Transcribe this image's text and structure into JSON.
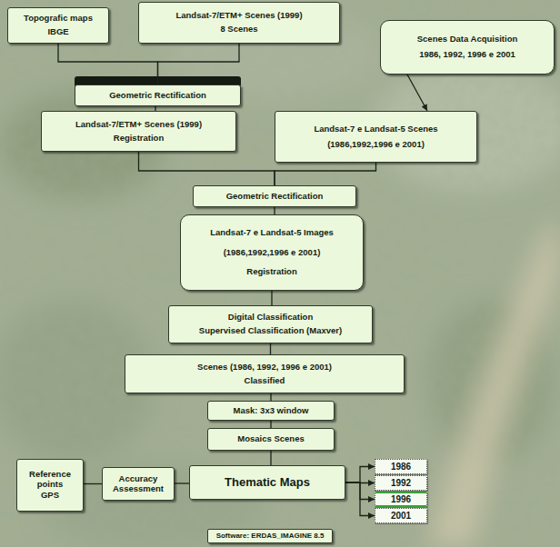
{
  "diagram": {
    "nodes": [
      {
        "text": [
          "Topografic maps",
          "IBGE"
        ]
      },
      {
        "text": [
          "Landsat-7/ETM+ Scenes (1999)",
          "8 Scenes"
        ]
      },
      {
        "text": [
          "Scenes Data Acquisition",
          "1986, 1992, 1996 e 2001"
        ]
      },
      {
        "text": [
          "Geometric Rectification"
        ]
      },
      {
        "text": [
          "Landsat-7/ETM+ Scenes (1999)",
          "Registration"
        ]
      },
      {
        "text": [
          "Landsat-7 e Landsat-5  Scenes",
          "(1986,1992,1996 e 2001)"
        ]
      },
      {
        "text": [
          "Geometric Rectification"
        ]
      },
      {
        "text": [
          "Landsat-7 e Landsat-5  Images",
          "(1986,1992,1996 e 2001)",
          "Registration"
        ]
      },
      {
        "text": [
          "Digital Classification",
          "Supervised Classification (Maxver)"
        ]
      },
      {
        "text": [
          "Scenes (1986, 1992, 1996 e 2001)",
          "Classified"
        ]
      },
      {
        "text": [
          "Mask: 3x3 window"
        ]
      },
      {
        "text": [
          "Mosaics Scenes"
        ]
      },
      {
        "text": [
          "Reference points",
          "GPS"
        ]
      },
      {
        "text": [
          "Accuracy Assessment"
        ]
      },
      {
        "text": [
          "Thematic Maps"
        ]
      },
      {
        "text": [
          "1986"
        ]
      },
      {
        "text": [
          "1992"
        ]
      },
      {
        "text": [
          "1996"
        ]
      },
      {
        "text": [
          "2001"
        ]
      },
      {
        "text": [
          "Software: ERDAS_IMAGINE 8.5"
        ]
      }
    ],
    "edges": [
      {
        "from": 0,
        "to": 3,
        "arrow": "none"
      },
      {
        "from": 1,
        "to": 3,
        "arrow": "none"
      },
      {
        "from": 2,
        "to": 5,
        "arrow": "to"
      },
      {
        "from": 3,
        "to": 4,
        "arrow": "none"
      },
      {
        "from": 4,
        "to": 6,
        "arrow": "none"
      },
      {
        "from": 5,
        "to": 6,
        "arrow": "none"
      },
      {
        "from": 6,
        "to": 7,
        "arrow": "none"
      },
      {
        "from": 7,
        "to": 8,
        "arrow": "none"
      },
      {
        "from": 8,
        "to": 9,
        "arrow": "none"
      },
      {
        "from": 9,
        "to": 10,
        "arrow": "none"
      },
      {
        "from": 10,
        "to": 11,
        "arrow": "none"
      },
      {
        "from": 11,
        "to": 14,
        "arrow": "none"
      },
      {
        "from": 12,
        "to": 13,
        "arrow": "none"
      },
      {
        "from": 13,
        "to": 14,
        "arrow": "none"
      },
      {
        "from": 14,
        "to": 15,
        "arrow": "to"
      },
      {
        "from": 14,
        "to": 16,
        "arrow": "to"
      },
      {
        "from": 14,
        "to": 17,
        "arrow": "to"
      },
      {
        "from": 14,
        "to": 18,
        "arrow": "to"
      }
    ]
  }
}
